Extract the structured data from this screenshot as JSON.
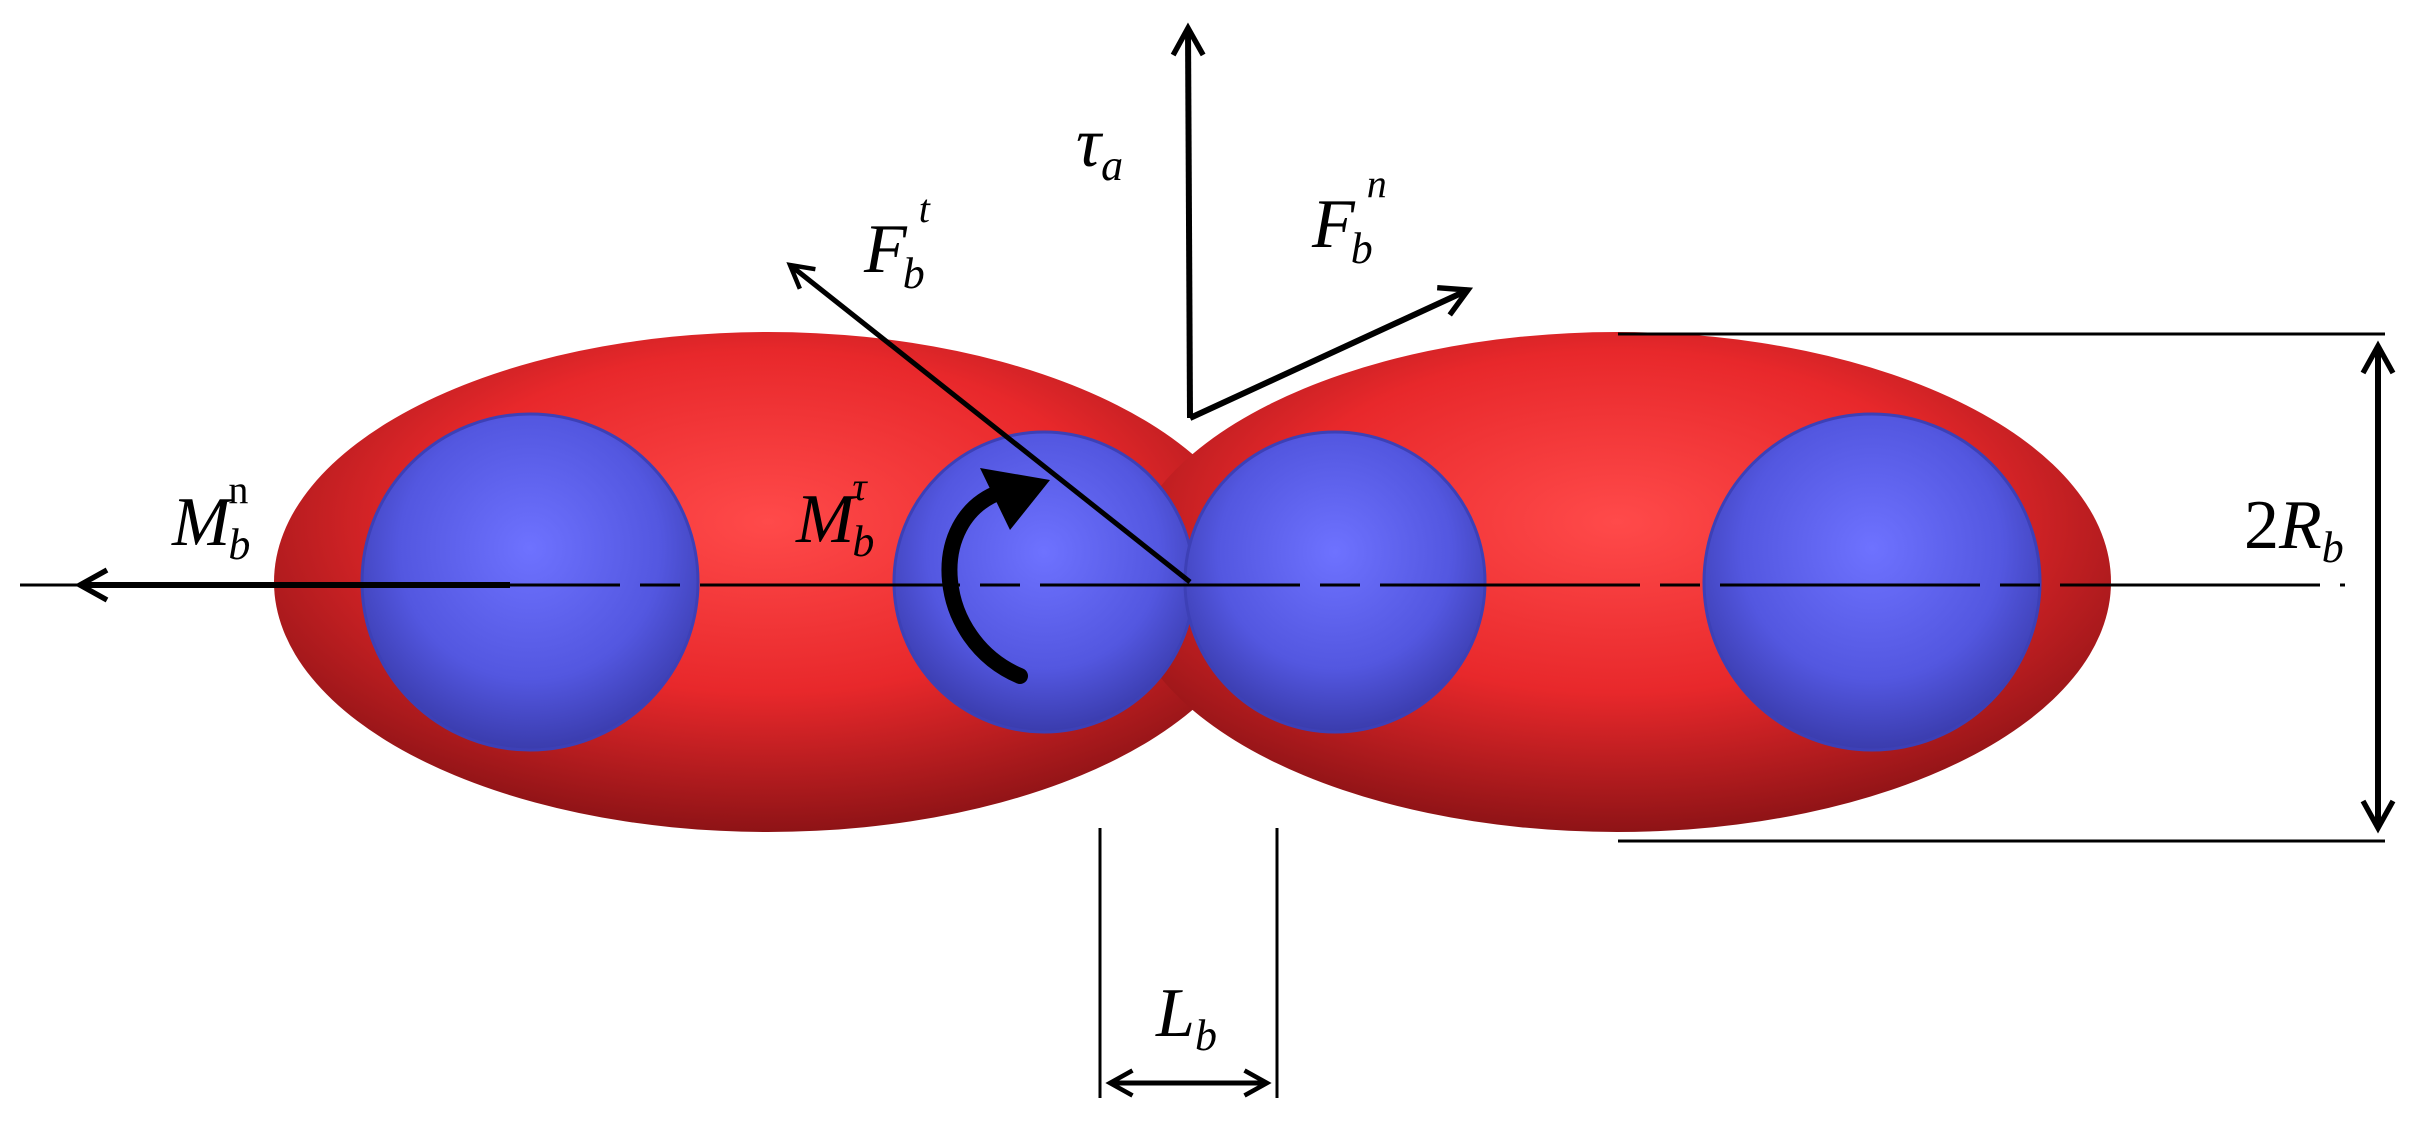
{
  "labels": {
    "tau": {
      "symbol": "τ",
      "sub": "a"
    },
    "force_tangential": {
      "symbol": "F",
      "sub": "b",
      "sup": "t"
    },
    "force_normal": {
      "symbol": "F",
      "sub": "b",
      "sup": "n"
    },
    "moment_normal": {
      "symbol": "M",
      "sub": "b",
      "sup": "n"
    },
    "moment_tangential": {
      "symbol": "M",
      "sub": "b",
      "sup": "τ"
    },
    "diameter": {
      "prefix": "2",
      "symbol": "R",
      "sub": "b"
    },
    "bond_length": {
      "symbol": "L",
      "sub": "b"
    }
  },
  "colors": {
    "ellipsoid": "#e8282b",
    "sphere": "#5a5ee8",
    "line": "#000000"
  }
}
